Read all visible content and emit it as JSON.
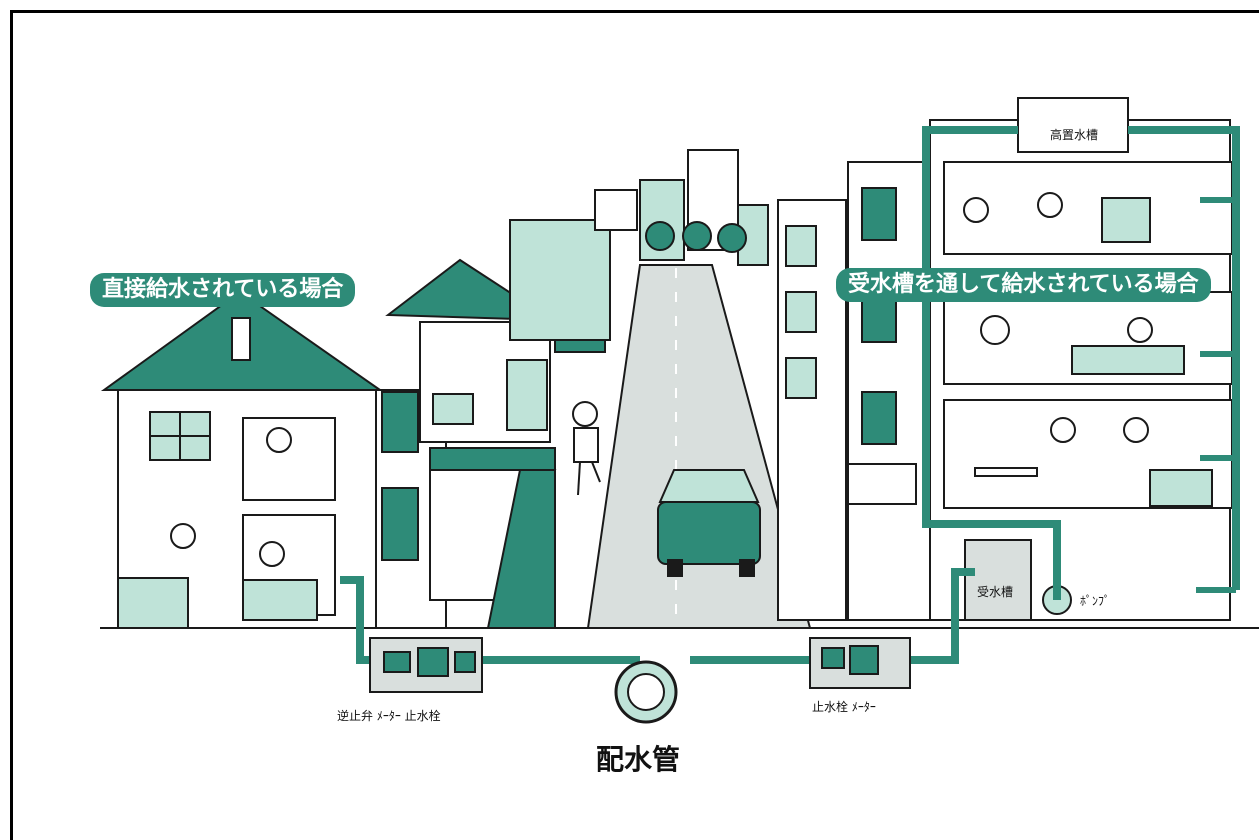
{
  "callouts": {
    "direct": "直接給水されている場合",
    "tank": "受水槽を通して給水されている場合"
  },
  "labels": {
    "elevated_tank": "高置水槽",
    "receiving_tank": "受水槽",
    "pump": "ﾎﾟﾝﾌﾟ",
    "left_devices": "逆止弁 ﾒｰﾀｰ 止水栓",
    "right_devices": "止水栓 ﾒｰﾀｰ",
    "main_pipe": "配水管"
  },
  "colors": {
    "accent": "#2e8b78",
    "accent_light": "#bfe3d8",
    "outline": "#1a1a1a"
  }
}
